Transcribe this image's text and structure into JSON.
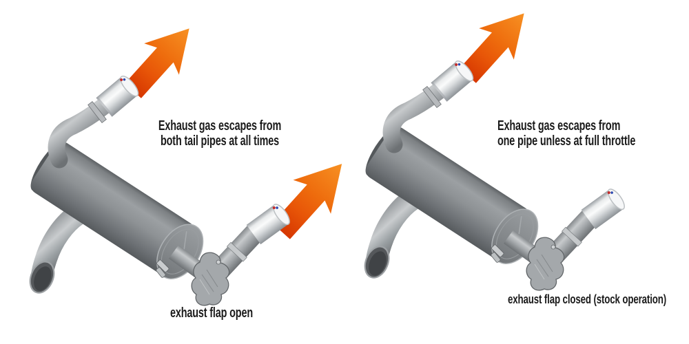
{
  "page": {
    "background": "#ffffff"
  },
  "left_diagram": {
    "caption": {
      "line1": "Exhaust gas escapes from",
      "line2": "both tail pipes at all times"
    },
    "flap_label": "exhaust flap open",
    "flap_state": "open",
    "arrow_count": 2
  },
  "right_diagram": {
    "caption": {
      "line1": "Exhaust gas escapes from",
      "line2": "one pipe unless at full throttle"
    },
    "flap_label": "exhaust flap closed (stock operation)",
    "flap_state": "closed",
    "arrow_count": 1
  },
  "colors": {
    "background": "#ffffff",
    "text": "#1b1b1b",
    "arrow_gradient_start": "#d63701",
    "arrow_gradient_end": "#f79123",
    "muffler_gray": "#8e9295",
    "chrome_highlight": "#fafbfb",
    "pipe_opening_dark": "#404346"
  }
}
